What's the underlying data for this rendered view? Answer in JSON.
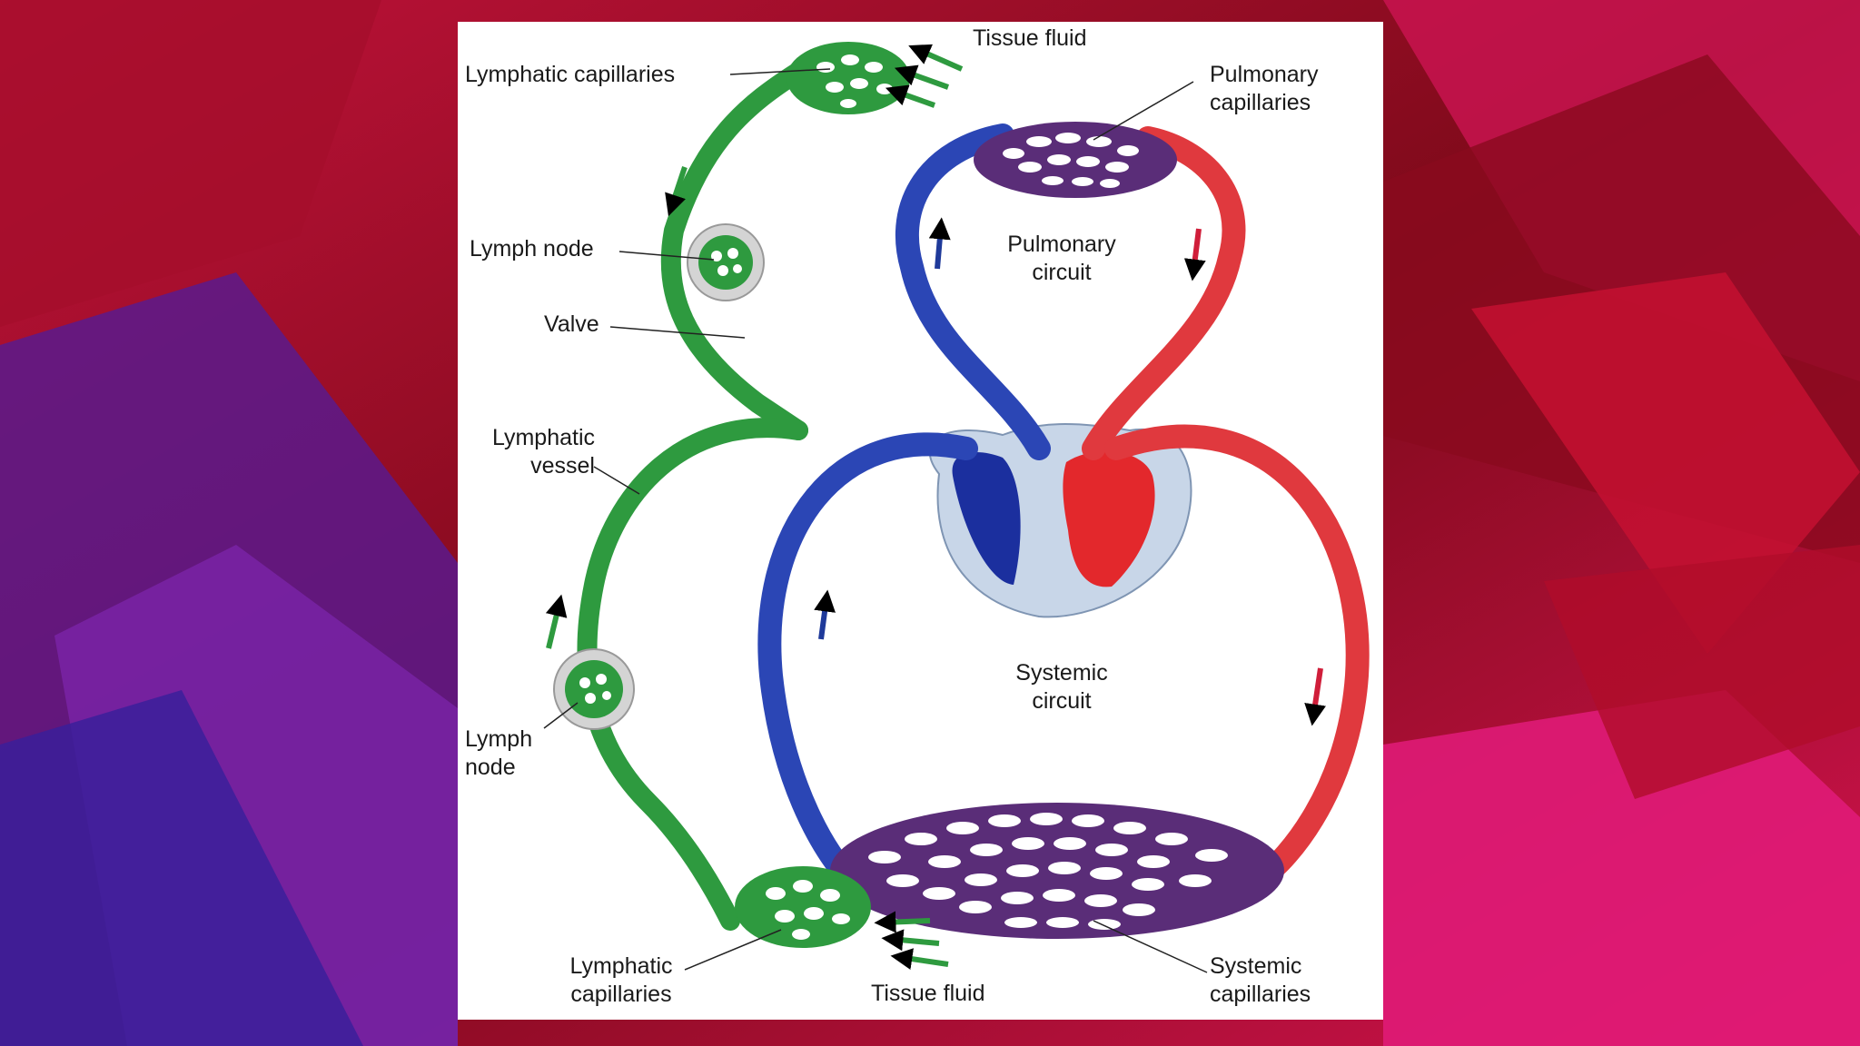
{
  "labels": {
    "tissue_fluid_top": "Tissue fluid",
    "lymphatic_capillaries_top": "Lymphatic capillaries",
    "pulmonary_capillaries": [
      "Pulmonary",
      "capillaries"
    ],
    "lymph_node_top": "Lymph node",
    "valve": "Valve",
    "pulmonary_circuit": [
      "Pulmonary",
      "circuit"
    ],
    "lymphatic_vessel": [
      "Lymphatic",
      "vessel"
    ],
    "systemic_circuit": [
      "Systemic",
      "circuit"
    ],
    "lymph_node_bottom": [
      "Lymph",
      "node"
    ],
    "lymphatic_capillaries_bottom": [
      "Lymphatic",
      "capillaries"
    ],
    "tissue_fluid_bottom": "Tissue fluid",
    "systemic_capillaries": [
      "Systemic",
      "capillaries"
    ]
  },
  "colors": {
    "lymph_green": "#2e9a3f",
    "oxygen_poor_blue": "#1f3a9a",
    "oxygen_rich_red": "#e0393e",
    "heart_fill": "#c8d6e8",
    "capillary_purple": "#5a2d78"
  }
}
